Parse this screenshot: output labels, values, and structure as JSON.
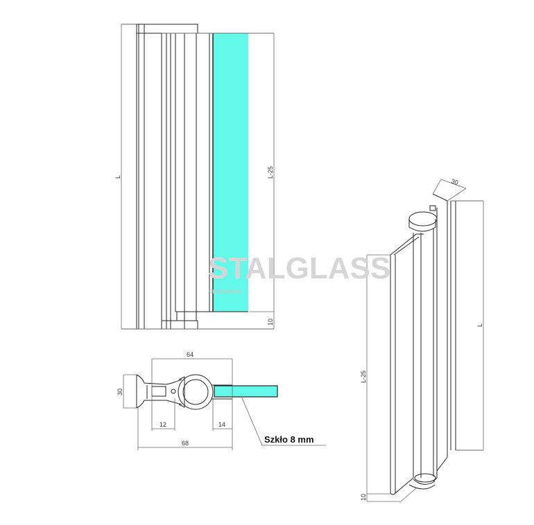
{
  "colors": {
    "glass": "#62f9ea",
    "line": "#222222"
  },
  "front_view": {
    "height_label": "L",
    "glass_height_label": "L-25",
    "bottom_gap_label": "10"
  },
  "section_view": {
    "top_width_label": "64",
    "height_label": "30",
    "left_inset_label": "12",
    "glass_inset_label": "14",
    "overall_width_label": "68",
    "glass_callout": "Szkło 8 mm"
  },
  "iso_view": {
    "depth_label": "30",
    "height_label": "L",
    "glass_height_label": "L-25",
    "bottom_gap_label": "10"
  },
  "watermark": {
    "brand": "STALGLASS",
    "tagline": "hurtownia"
  }
}
